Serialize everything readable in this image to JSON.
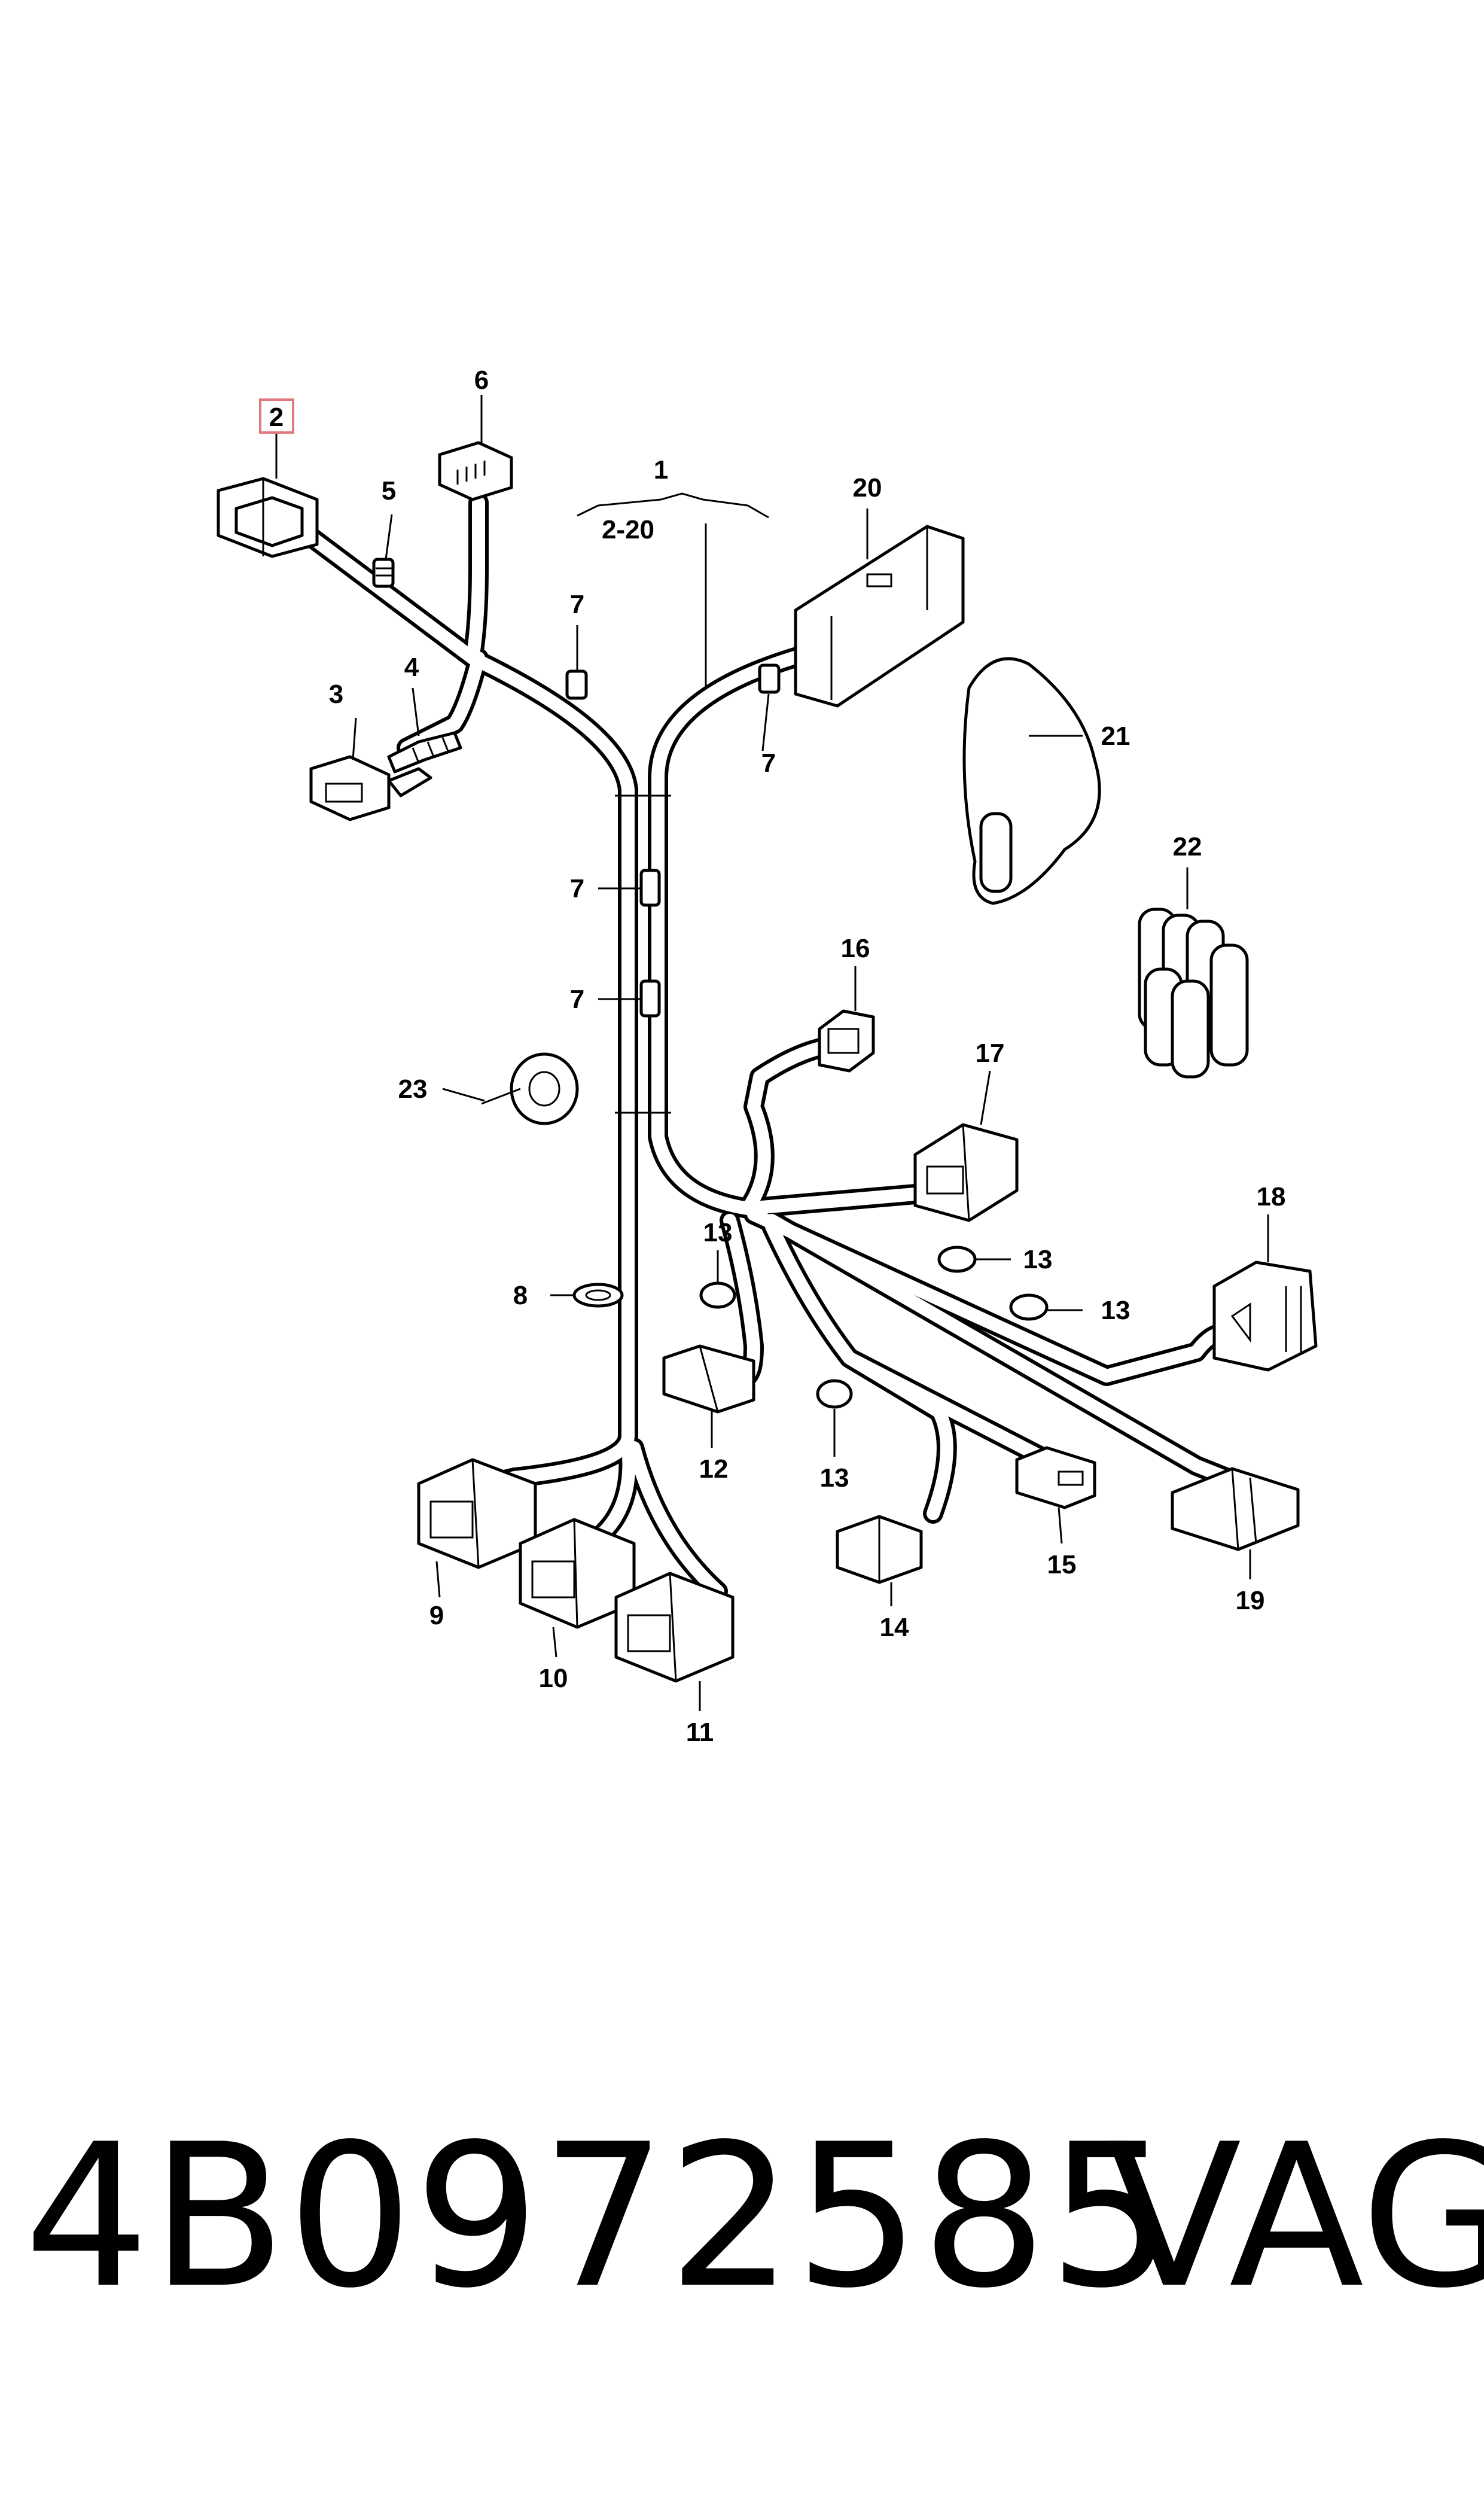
{
  "diagram": {
    "callouts": {
      "c1": "1",
      "c1_range": "2-20",
      "c2": "2",
      "c3": "3",
      "c4": "4",
      "c5": "5",
      "c6": "6",
      "c7a": "7",
      "c7b": "7",
      "c7c": "7",
      "c7d": "7",
      "c8": "8",
      "c9": "9",
      "c10": "10",
      "c11": "11",
      "c12": "12",
      "c13a": "13",
      "c13b": "13",
      "c13c": "13",
      "c13d": "13",
      "c14": "14",
      "c15": "15",
      "c16": "16",
      "c17": "17",
      "c18": "18",
      "c19": "19",
      "c20": "20",
      "c21": "21",
      "c22": "22",
      "c23": "23"
    },
    "highlight_color": "#e0797e"
  },
  "footer": {
    "part_number": "4B0972585",
    "brand": "VAG"
  }
}
